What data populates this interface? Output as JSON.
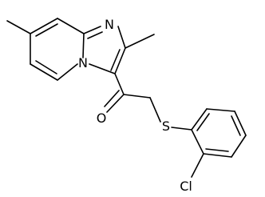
{
  "molecule": {
    "atoms": {
      "N_ring_top": "N",
      "N_bridge": "N",
      "O_carbonyl": "O",
      "S_thioether": "S",
      "Cl": "Cl"
    }
  }
}
